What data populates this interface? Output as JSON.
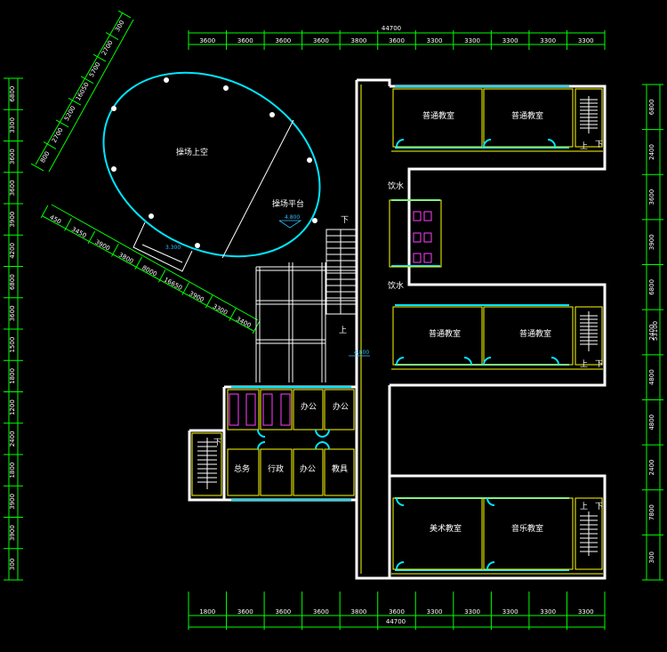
{
  "dimensions": {
    "top_total": "44700",
    "top_segments": [
      "3600",
      "3600",
      "3600",
      "3600",
      "3800",
      "3600",
      "3300",
      "3300",
      "3300",
      "3300",
      "3300"
    ],
    "bottom_total": "44700",
    "bottom_segments": [
      "1800",
      "3600",
      "3600",
      "3600",
      "3800",
      "3600",
      "3300",
      "3300",
      "3300",
      "3300",
      "3300"
    ],
    "right_total": "53100",
    "right_segments": [
      "6800",
      "2400",
      "3600",
      "3900",
      "6800",
      "2400",
      "4800",
      "4800",
      "2400",
      "7800",
      "300"
    ],
    "left_segments": [
      "6800",
      "3300",
      "3600",
      "3600",
      "3900",
      "4200",
      "6800",
      "3600",
      "1500",
      "1800",
      "1200",
      "2400",
      "1800",
      "3900",
      "3900",
      "300"
    ],
    "oval_outer": [
      "800",
      "2700",
      "5200",
      "16050",
      "5700",
      "2700",
      "300"
    ],
    "oval_lower_a": [
      "450",
      "3450",
      "3900",
      "3800"
    ],
    "oval_lower_b": [
      "8000",
      "16650",
      "3900",
      "3300",
      "3400"
    ]
  },
  "rooms": {
    "classroom_1": "普通教室",
    "classroom_2": "普通教室",
    "classroom_3": "普通教室",
    "classroom_4": "普通教室",
    "art_room": "美术教室",
    "music_room": "音乐教室",
    "stadium_void": "操场上空",
    "stadium_platform": "操场平台",
    "water_1": "饮水",
    "water_2": "饮水",
    "office_1": "办公",
    "office_2": "办公",
    "office_3": "办公",
    "general_affairs": "总务",
    "administration": "行政",
    "teaching_aids": "教具"
  },
  "stairs": {
    "up": "上",
    "down": "下"
  },
  "levels": {
    "platform": "4.800",
    "lower": "3.300",
    "corridor": "4.800"
  },
  "colors": {
    "dimension_lines": "#00ff00",
    "walls": "#ffffff",
    "windows": "#00e5ff",
    "interior": "#ffff00",
    "fixtures": "#ff40ff"
  }
}
